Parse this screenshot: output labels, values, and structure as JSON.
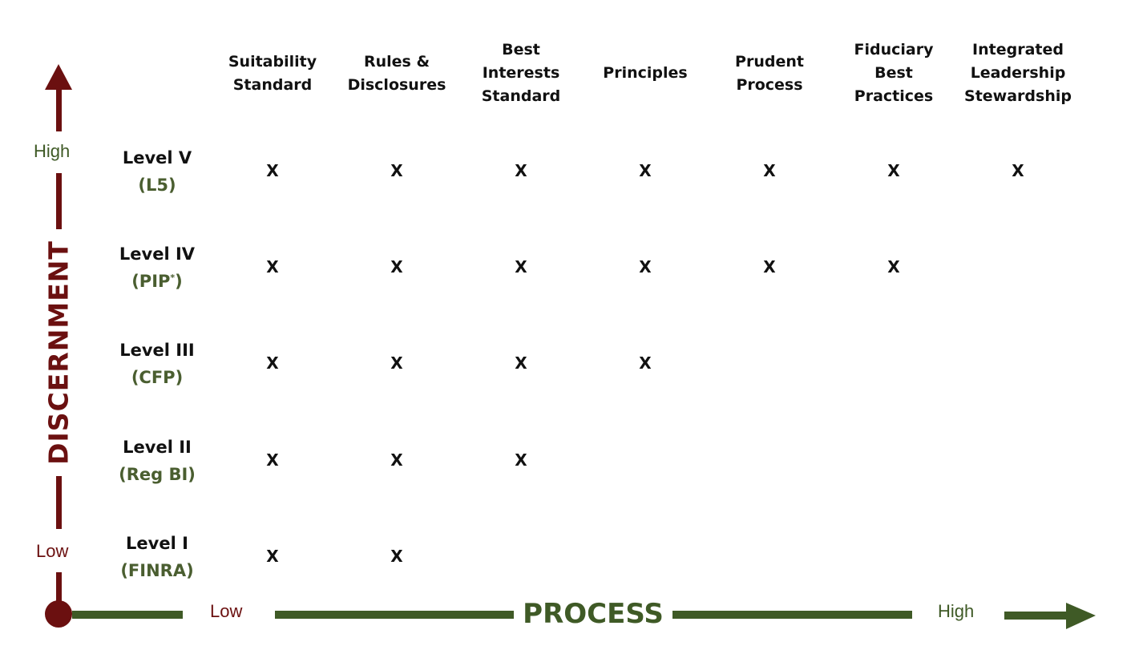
{
  "colors": {
    "vertical_axis": "#6b1010",
    "horizontal_axis": "#3f5a26",
    "level_code": "#4a5e30"
  },
  "columns": [
    [
      "Suitability",
      "Standard"
    ],
    [
      "Rules &",
      "Disclosures"
    ],
    [
      "Best",
      "Interests",
      "Standard"
    ],
    [
      "Principles"
    ],
    [
      "Prudent",
      "Process"
    ],
    [
      "Fiduciary",
      "Best",
      "Practices"
    ],
    [
      "Integrated",
      "Leadership",
      "Stewardship"
    ]
  ],
  "rows": [
    {
      "level": "Level V",
      "code": "(L5)",
      "code_sup": "",
      "code_close": "",
      "marks": 7
    },
    {
      "level": "Level IV",
      "code": "(PIP",
      "code_sup": "*",
      "code_close": ")",
      "marks": 6
    },
    {
      "level": "Level III",
      "code": "(CFP)",
      "code_sup": "",
      "code_close": "",
      "marks": 4
    },
    {
      "level": "Level II",
      "code": "(Reg BI)",
      "code_sup": "",
      "code_close": "",
      "marks": 3
    },
    {
      "level": "Level I",
      "code": "(FINRA)",
      "code_sup": "",
      "code_close": "",
      "marks": 2
    }
  ],
  "mark_symbol": "X",
  "vertical_axis": {
    "title": "DISCERNMENT",
    "high_label": "High",
    "low_label": "Low",
    "arrow_icon": "up-arrow-icon"
  },
  "horizontal_axis": {
    "title": "PROCESS",
    "low_label": "Low",
    "high_label": "High",
    "arrow_icon": "right-arrow-icon"
  }
}
